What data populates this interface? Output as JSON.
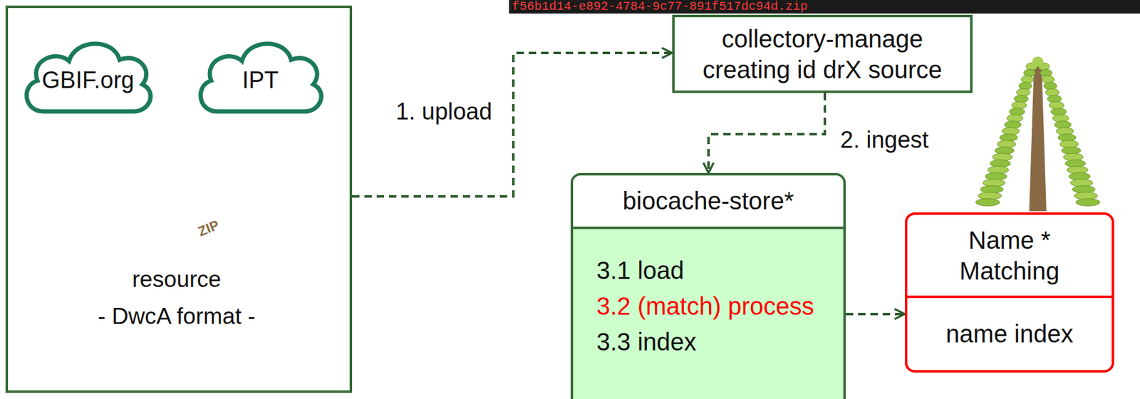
{
  "diagram": {
    "nodes": [
      {
        "text": [
          "resource",
          "- DwcA format -"
        ]
      },
      {
        "text": [
          "GBIF.org"
        ],
        "in": 0
      },
      {
        "text": [
          "IPT"
        ],
        "in": 0
      },
      {
        "text": [
          "collectory-manage creating id drX source"
        ]
      },
      {
        "text": [
          "biocache-store*",
          "3.1 load",
          "3.2 (match) process",
          "3.3 index"
        ]
      },
      {
        "text": [
          "Name * Matching",
          "name index"
        ]
      }
    ],
    "edges": [
      {
        "from": 0,
        "to": 3,
        "label": "1. upload",
        "arrow": "to"
      },
      {
        "from": 3,
        "to": 4,
        "label": "2. ingest",
        "arrow": "to"
      },
      {
        "from": 4,
        "to": 5,
        "arrow": "to"
      }
    ],
    "labels": [
      "f56b1d14-e892-4784-9c77-891f517dc94d.zip",
      "ZIP"
    ]
  }
}
